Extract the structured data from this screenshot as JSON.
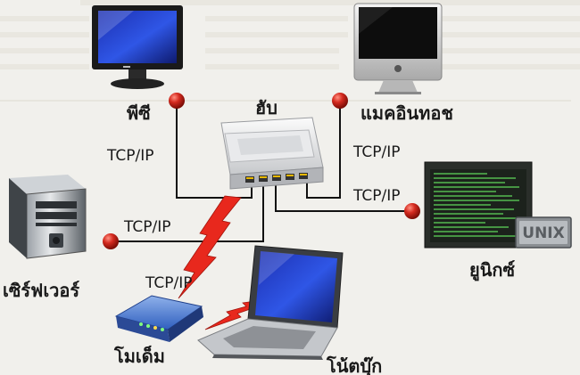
{
  "nodes": {
    "pc": "พีซี",
    "hub": "ฮับ",
    "mac": "แมคอินทอช",
    "server": "เซิร์ฟเวอร์",
    "unix": "ยูนิกซ์",
    "modem": "โมเด็ม",
    "notebook": "โน้ตบุ๊ก"
  },
  "badges": {
    "unix": "UNIX"
  },
  "links": {
    "pc": "TCP/IP",
    "mac": "TCP/IP",
    "unix": "TCP/IP",
    "server": "TCP/IP",
    "modem": "TCP/IP"
  },
  "colors": {
    "line": "#111111",
    "dot": "#d42a1f",
    "lightning": "#e8281d",
    "background": "#f1f0ec"
  }
}
